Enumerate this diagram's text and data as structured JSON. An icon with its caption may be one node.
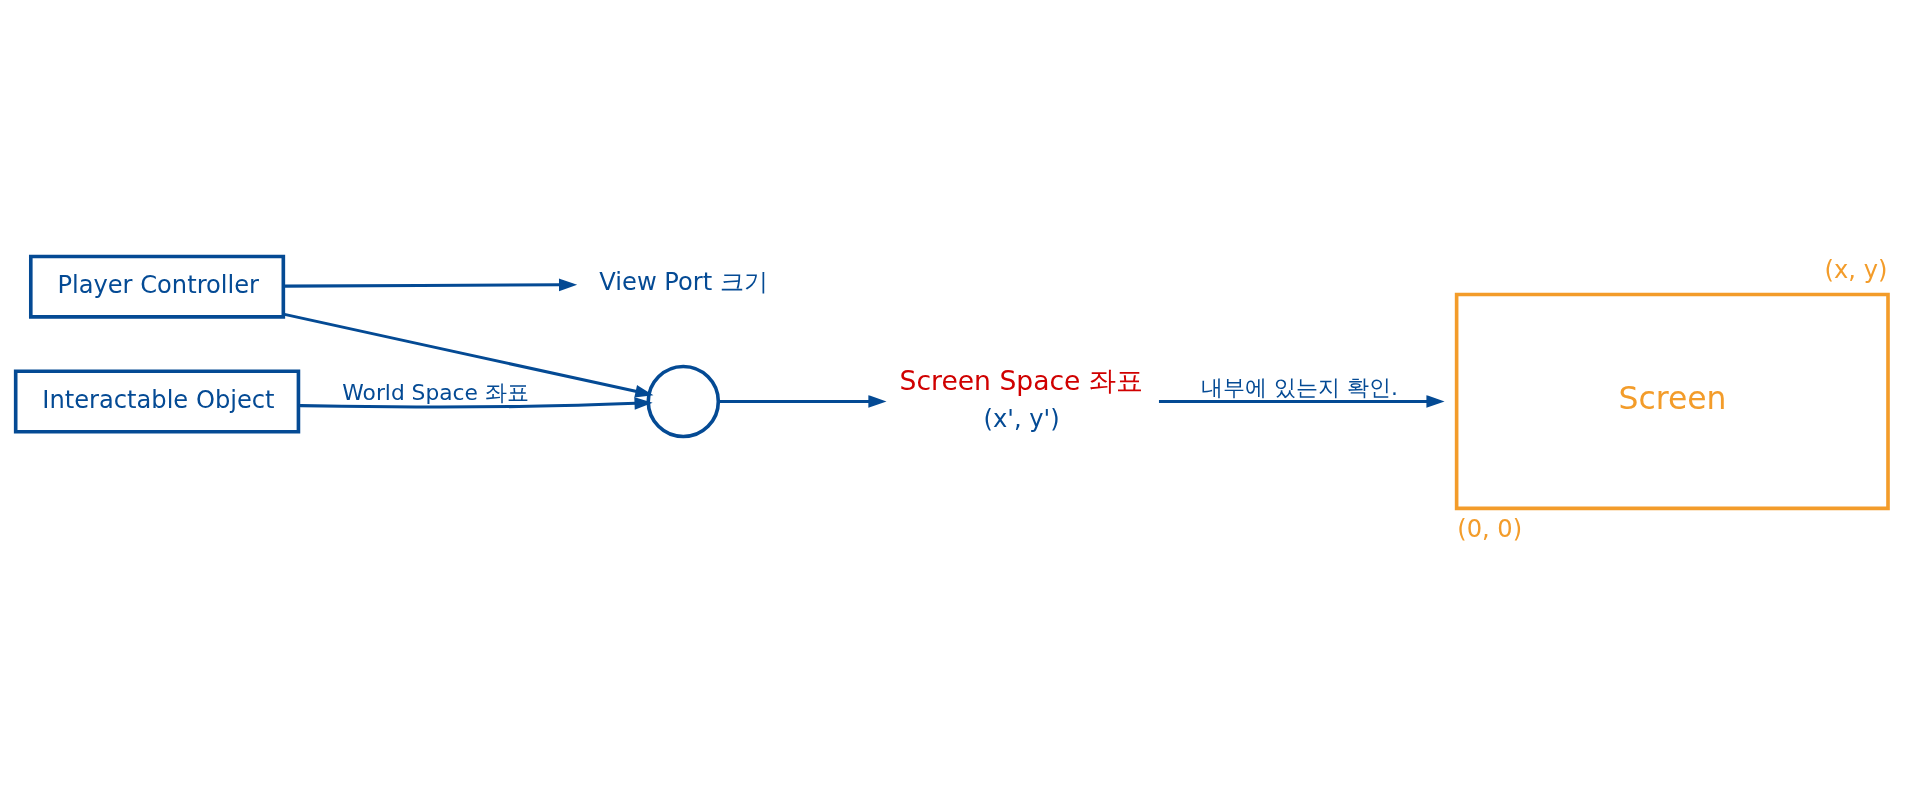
{
  "diagram": {
    "nodes": [
      {
        "text": [
          "Player Controller"
        ]
      },
      {
        "text": [
          "View Port 크기"
        ]
      },
      {
        "text": [
          "Interactable Object"
        ]
      },
      {
        "text": [],
        "shape": "circle"
      },
      {
        "text": [
          "Screen Space 좌표"
        ],
        "beside": [
          "(x', y')"
        ]
      },
      {
        "text": [
          "Screen"
        ],
        "beside": [
          "(x, y)",
          "(0, 0)"
        ]
      }
    ],
    "edges": [
      {
        "from": 0,
        "to": 3,
        "arrow": "to"
      },
      {
        "from": 0,
        "to": 1,
        "arrow": "to"
      },
      {
        "from": 2,
        "to": 3,
        "arrow": "to",
        "label": "World Space 좌표"
      },
      {
        "from": 3,
        "to": 4,
        "arrow": "to"
      },
      {
        "from": 4,
        "to": 5,
        "arrow": "to",
        "label": "내부에 있는지 확인."
      }
    ]
  }
}
